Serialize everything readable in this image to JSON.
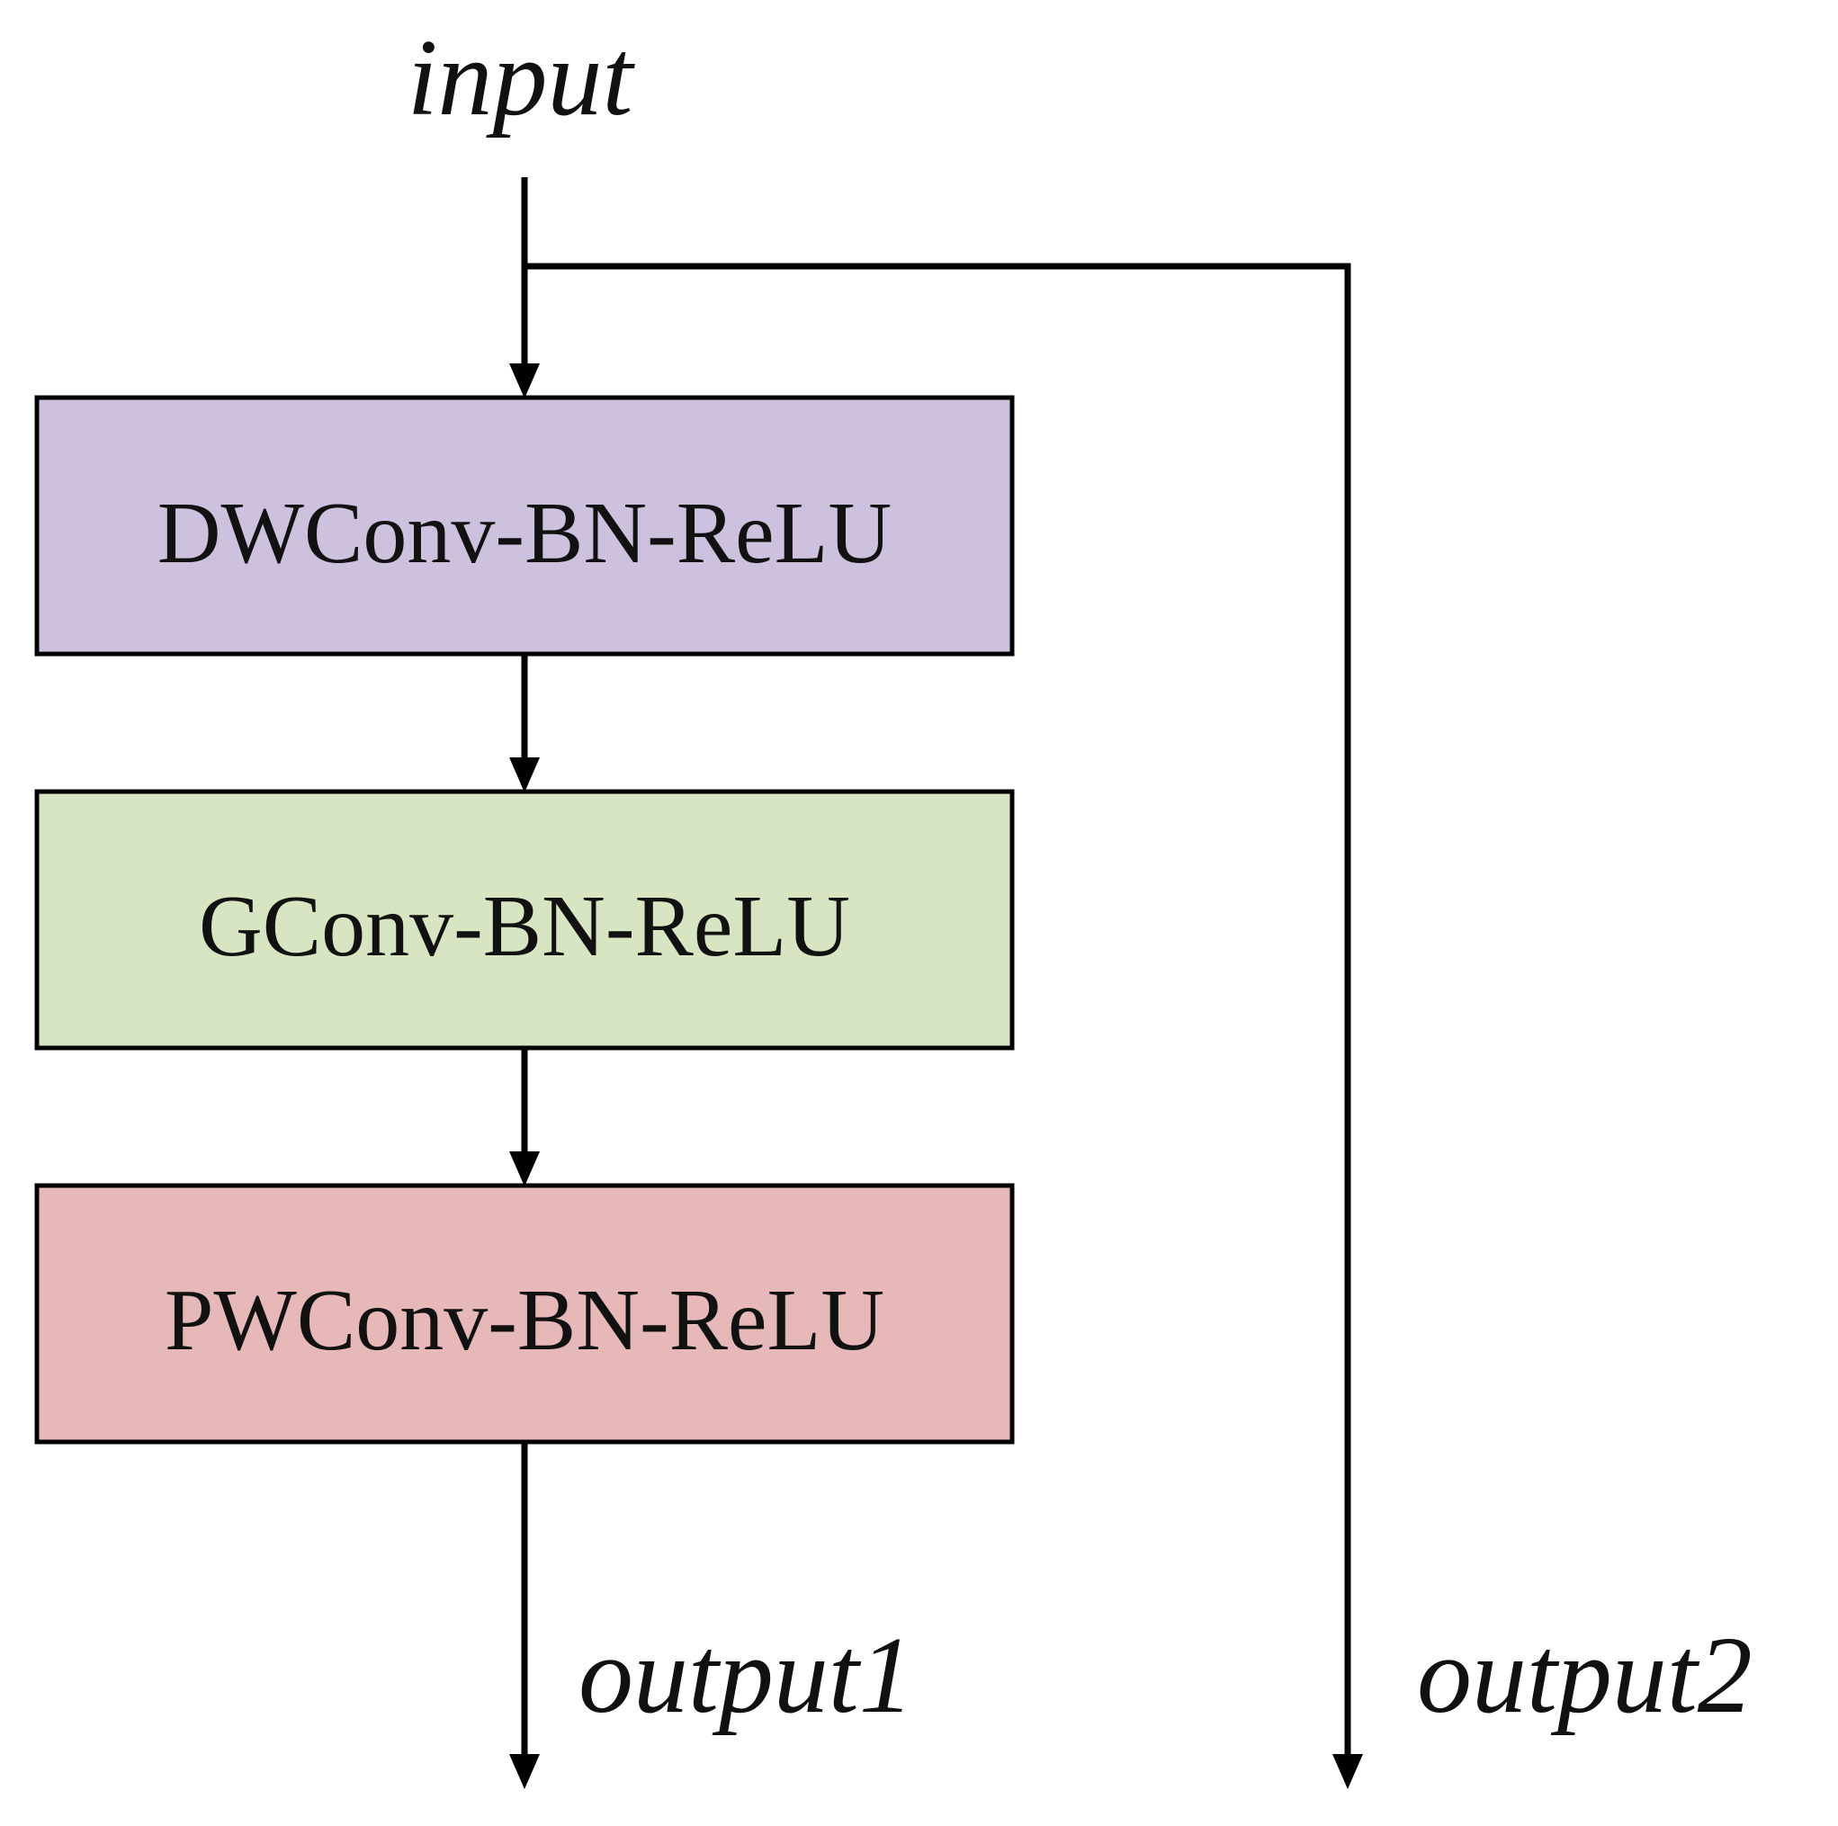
{
  "diagram": {
    "input_label": "input",
    "output1_label": "output1",
    "output2_label": "output2",
    "blocks": [
      {
        "label": "DWConv-BN-ReLU",
        "color": "#cdc1de"
      },
      {
        "label": "GConv-BN-ReLU",
        "color": "#d8e5c2"
      },
      {
        "label": "PWConv-BN-ReLU",
        "color": "#e6b8b8"
      }
    ],
    "line_color": "#000000"
  }
}
